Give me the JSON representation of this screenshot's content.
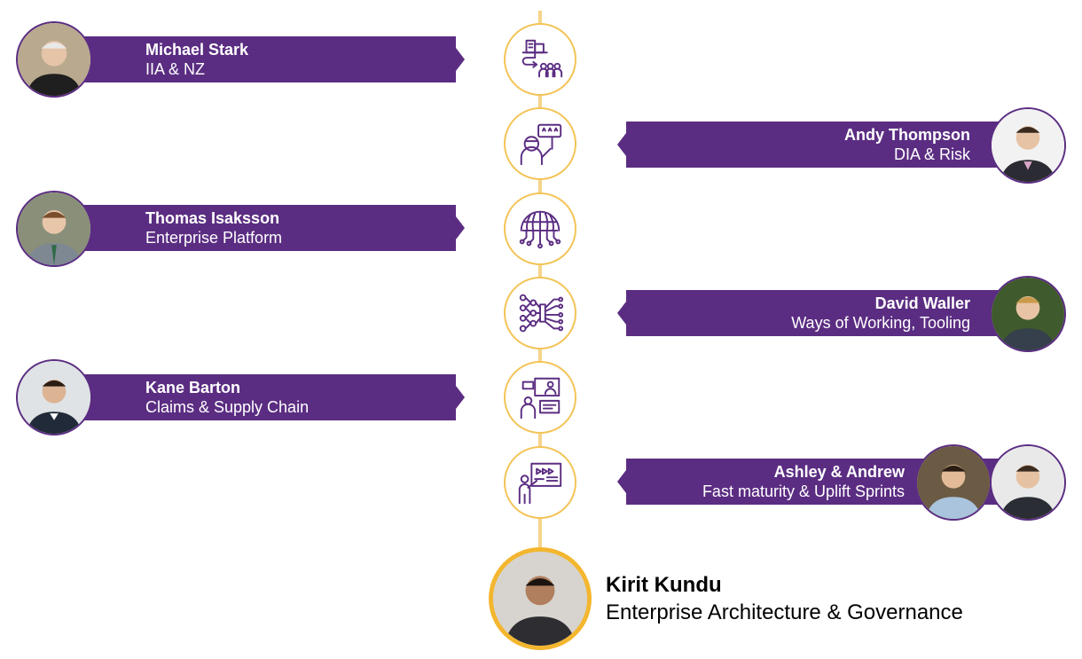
{
  "members": [
    {
      "name": "Michael Stark",
      "role": "IIA & NZ"
    },
    {
      "name": "Andy Thompson",
      "role": "DIA & Risk"
    },
    {
      "name": "Thomas Isaksson",
      "role": "Enterprise Platform"
    },
    {
      "name": "David Waller",
      "role": "Ways of Working, Tooling"
    },
    {
      "name": "Kane Barton",
      "role": "Claims & Supply Chain"
    },
    {
      "name": "Ashley & Andrew",
      "role": "Fast maturity & Uplift Sprints"
    }
  ],
  "lead": {
    "name": "Kirit Kundu",
    "role": "Enterprise Architecture & Governance"
  },
  "icons": [
    "integration-icon",
    "feedback-rating-icon",
    "global-network-icon",
    "neural-network-icon",
    "video-conference-icon",
    "presentation-icon"
  ],
  "colors": {
    "bar": "#5b2d82",
    "accent": "#f3c457",
    "spine": "#f6d48a"
  }
}
